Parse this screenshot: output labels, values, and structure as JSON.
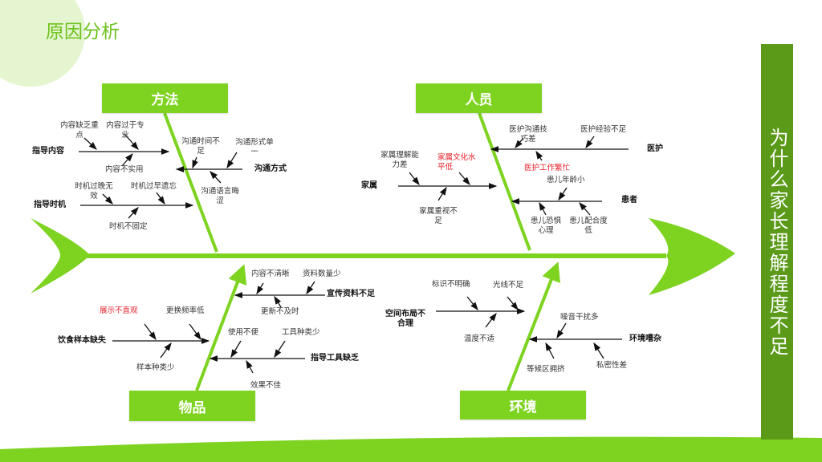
{
  "title": "原因分析",
  "side_title": "为什么家长理解程度不足",
  "categories": {
    "method": "方法",
    "people": "人员",
    "items": "物品",
    "env": "环境"
  },
  "method": {
    "guide_content": {
      "label": "指导内容",
      "causes": [
        "内容缺乏重点",
        "内容过于专业",
        "内容不实用"
      ]
    },
    "comm": {
      "label": "沟通方式",
      "causes": [
        "沟通时间不足",
        "沟通形式单一",
        "沟通语言晦涩"
      ]
    },
    "guide_timing": {
      "label": "指导时机",
      "causes": [
        "时机过晚无效",
        "时机过早遗忘",
        "时机不固定"
      ]
    }
  },
  "people": {
    "medical": {
      "label": "医护",
      "causes": [
        "医护沟通技巧差",
        "医护经验不足",
        "医护工作繁忙"
      ]
    },
    "family": {
      "label": "家属",
      "causes": [
        "家属理解能力差",
        "家属文化水平低",
        "家属重视不足"
      ]
    },
    "patient": {
      "label": "患者",
      "causes": [
        "患儿年龄小",
        "患儿恐惧心理",
        "患儿配合度低"
      ]
    }
  },
  "items": {
    "promo": {
      "label": "宣传资料不足",
      "causes": [
        "内容不清晰",
        "资料数量少",
        "更新不及时"
      ]
    },
    "sample": {
      "label": "饮食样本缺失",
      "causes": [
        "展示不直观",
        "更换频率低",
        "样本种类少"
      ]
    },
    "tools": {
      "label": "指导工具缺乏",
      "causes": [
        "使用不便",
        "工具种类少",
        "效果不佳"
      ]
    }
  },
  "env": {
    "layout": {
      "label": "空间布局不合理",
      "causes": [
        "标识不明确",
        "光线不足",
        "温度不适"
      ]
    },
    "noise": {
      "label": "环境嘈杂",
      "causes": [
        "噪音干扰多",
        "等候区拥挤",
        "私密性差"
      ]
    }
  },
  "colors": {
    "green": "#7ed321",
    "dark_green": "#5b9a18",
    "red": "#e8202a"
  }
}
